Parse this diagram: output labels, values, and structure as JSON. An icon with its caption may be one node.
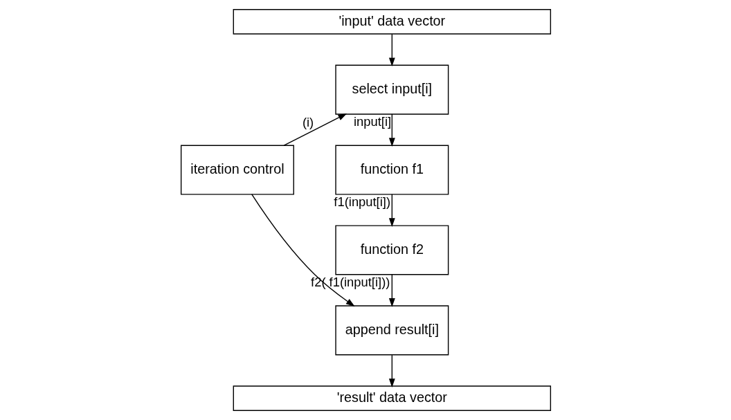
{
  "diagram": {
    "nodes": [
      {
        "text": [
          "'input' data vector"
        ]
      },
      {
        "text": [
          "iteration control"
        ]
      },
      {
        "text": [
          "select input[i]"
        ]
      },
      {
        "text": [
          "function f1"
        ]
      },
      {
        "text": [
          "function f2"
        ]
      },
      {
        "text": [
          "append result[i]"
        ]
      },
      {
        "text": [
          "'result' data vector"
        ]
      }
    ],
    "edges": [
      {
        "from": 0,
        "to": 2,
        "arrow": "to"
      },
      {
        "from": 1,
        "to": 2,
        "arrow": "to",
        "label": "(i)"
      },
      {
        "from": 2,
        "to": 3,
        "arrow": "to",
        "label": "input[i]"
      },
      {
        "from": 3,
        "to": 4,
        "arrow": "to",
        "label": "f1(input[i])"
      },
      {
        "from": 4,
        "to": 5,
        "arrow": "to",
        "label": "f2( f1(input[i]))"
      },
      {
        "from": 1,
        "to": 5,
        "arrow": "to"
      },
      {
        "from": 5,
        "to": 6,
        "arrow": "to"
      }
    ]
  }
}
